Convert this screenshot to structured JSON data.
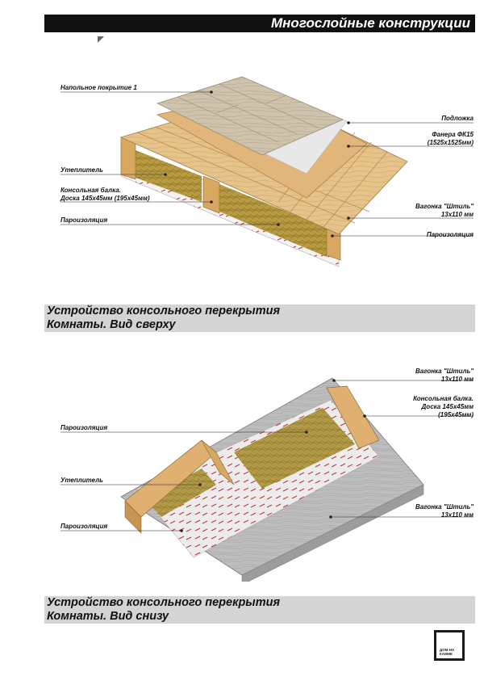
{
  "header": {
    "title": "Многослойные конструкции"
  },
  "top": {
    "labels": {
      "floor_cover": "Напольное покрытие 1",
      "underlay": "Подложка",
      "plywood_1": "Фанера ФК15",
      "plywood_2": "(1525x1525мм)",
      "insulation": "Утеплитель",
      "beam_1": "Консольная балка.",
      "beam_2": "Доска 145x45мм (195x45мм)",
      "vapor_left": "Пароизоляция",
      "lining_1": "Вагонка \"Штиль\"",
      "lining_2": "13x110 мм",
      "vapor_right": "Пароизоляция"
    },
    "caption_1": "Устройство консольного перекрытия",
    "caption_2": "Комнаты. Вид сверху"
  },
  "bottom": {
    "labels": {
      "lining_top_1": "Вагонка \"Штиль\"",
      "lining_top_2": "13x110 мм",
      "beam_1": "Консольная балка.",
      "beam_2": "Доска 145x45мм",
      "beam_3": "(195x45мм)",
      "vapor_top": "Пароизоляция",
      "insulation": "Утеплитель",
      "vapor_bottom": "Пароизоляция",
      "lining_bot_1": "Вагонка \"Штиль\"",
      "lining_bot_2": "13x110 мм"
    },
    "caption_1": "Устройство консольного перекрытия",
    "caption_2": "Комнаты. Вид снизу"
  },
  "logo": {
    "text": "ДОМ НА\nКАМНЕ"
  }
}
